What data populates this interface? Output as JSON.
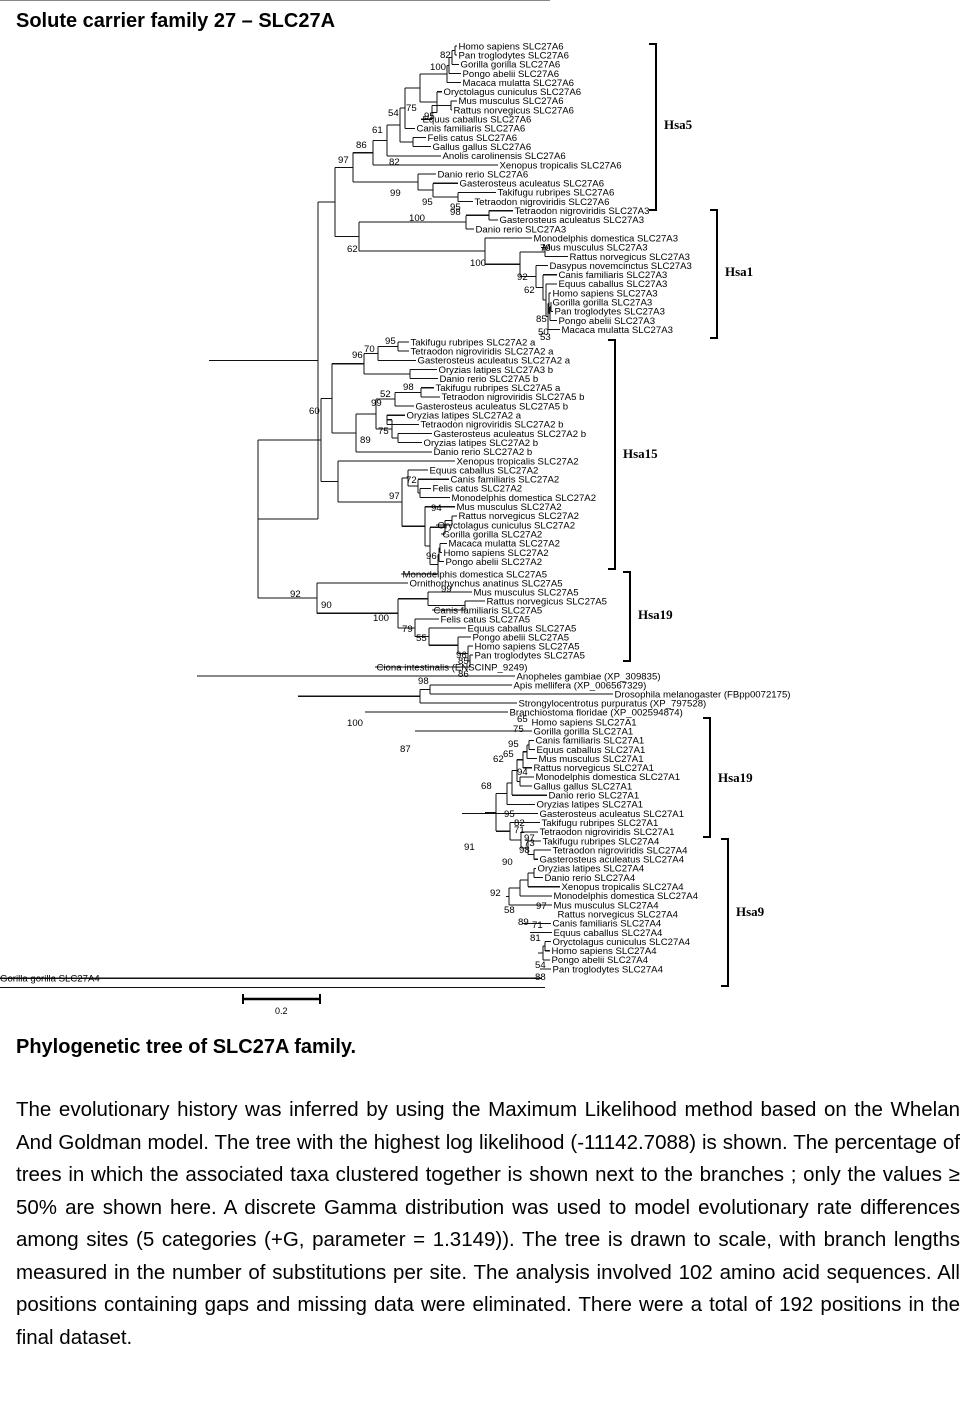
{
  "title": "Solute carrier family 27 – SLC27A",
  "figure_title": "Phylogenetic tree of SLC27A family.",
  "legend": "The evolutionary history was inferred by using the Maximum Likelihood method based on the Whelan And Goldman model. The tree with the highest log likelihood (-11142.7088) is shown. The percentage of trees in which the associated taxa clustered together is shown next to the branches ; only the values ≥ 50% are shown here. A discrete Gamma distribution was used to model evolutionary rate differences among sites (5 categories (+G, parameter = 1.3149)). The tree is drawn to scale, with branch lengths measured in the number of substitutions per site. The analysis involved 102 amino acid sequences. All positions containing gaps and missing data were eliminated. There were a total of 192 positions in the final dataset.",
  "scale_label": "0.2",
  "tree": {
    "leaves": [
      "Homo sapiens SLC27A6",
      "Pan troglodytes SLC27A6",
      "Gorilla gorilla SLC27A6",
      "Pongo abelii SLC27A6",
      "Macaca mulatta SLC27A6",
      "Oryctolagus cuniculus SLC27A6",
      "Mus musculus SLC27A6",
      "Rattus norvegicus SLC27A6",
      "Equus caballus SLC27A6",
      "Canis familiaris SLC27A6",
      "Felis catus SLC27A6",
      "Gallus gallus SLC27A6",
      "Anolis carolinensis SLC27A6",
      "Xenopus tropicalis SLC27A6",
      "Danio rerio SLC27A6",
      "Gasterosteus aculeatus SLC27A6",
      "Takifugu rubripes SLC27A6",
      "Tetraodon nigroviridis SLC27A6",
      "Tetraodon nigroviridis SLC27A3",
      "Gasterosteus aculeatus SLC27A3",
      "Danio rerio SLC27A3",
      "Monodelphis domestica SLC27A3",
      "Mus musculus SLC27A3",
      "Rattus norvegicus SLC27A3",
      "Dasypus novemcinctus SLC27A3",
      "Canis familiaris SLC27A3",
      "Equus caballus SLC27A3",
      "Homo sapiens SLC27A3",
      "Gorilla gorilla SLC27A3",
      "Pan troglodytes SLC27A3",
      "Pongo abelii SLC27A3",
      "Macaca mulatta SLC27A3",
      "Takifugu rubripes SLC27A2 a",
      "Tetraodon nigroviridis SLC27A2 a",
      "Gasterosteus aculeatus SLC27A2 a",
      "Oryzias latipes SLC27A3 b",
      "Danio rerio SLC27A5 b",
      "Takifugu rubripes SLC27A5 a",
      "Tetraodon nigroviridis SLC27A5 b",
      "Gasterosteus aculeatus SLC27A5 b",
      "Oryzias latipes SLC27A2 a",
      "Tetraodon nigroviridis SLC27A2 b",
      "Gasterosteus aculeatus SLC27A2 b",
      "Oryzias latipes SLC27A2 b",
      "Danio rerio SLC27A2 b",
      "Xenopus tropicalis SLC27A2",
      "Equus caballus SLC27A2",
      "Canis familiaris SLC27A2",
      "Felis catus SLC27A2",
      "Monodelphis domestica SLC27A2",
      "Mus musculus SLC27A2",
      "Rattus norvegicus SLC27A2",
      "Oryctolagus cuniculus SLC27A2",
      "Gorilla gorilla SLC27A2",
      "Macaca mulatta SLC27A2",
      "Homo sapiens SLC27A2",
      "Pongo abelii SLC27A2",
      "Monodelphis domestica SLC27A5",
      "Ornithorhynchus anatinus SLC27A5",
      "Mus musculus SLC27A5",
      "Rattus norvegicus SLC27A5",
      "Canis familiaris SLC27A5",
      "Felis catus SLC27A5",
      "Equus caballus SLC27A5",
      "Pongo abelii SLC27A5",
      "Homo sapiens SLC27A5",
      "Pan troglodytes SLC27A5",
      "Ciona intestinalis (ENSCINP_9249)",
      "Anopheles gambiae (XP_309835)",
      "Apis mellifera (XP_006567329)",
      "Drosophila melanogaster (FBpp0072175)",
      "Strongylocentrotus purpuratus (XP_797528)",
      "Branchiostoma floridae (XP_002594874)",
      "Homo sapiens SLC27A1",
      "Gorilla gorilla SLC27A1",
      "Canis familiaris SLC27A1",
      "Equus caballus SLC27A1",
      "Mus musculus SLC27A1",
      "Rattus norvegicus SLC27A1",
      "Monodelphis domestica SLC27A1",
      "Gallus gallus SLC27A1",
      "Danio rerio SLC27A1",
      "Oryzias latipes SLC27A1",
      "Gasterosteus aculeatus SLC27A1",
      "Takifugu rubripes SLC27A1",
      "Tetraodon nigroviridis SLC27A1",
      "Takifugu rubripes SLC27A4",
      "Tetraodon nigroviridis SLC27A4",
      "Gasterosteus aculeatus SLC27A4",
      "Oryzias latipes SLC27A4",
      "Danio rerio SLC27A4",
      "Xenopus tropicalis SLC27A4",
      "Monodelphis domestica SLC27A4",
      "Mus musculus SLC27A4",
      "Rattus norvegicus SLC27A4",
      "Canis familiaris SLC27A4",
      "Equus caballus SLC27A4",
      "Oryctolagus cuniculus SLC27A4",
      "Homo sapiens SLC27A4",
      "Pongo abelii SLC27A4",
      "Pan troglodytes SLC27A4",
      "Gorilla gorilla SLC27A4"
    ],
    "bootstrap_values": [
      "82",
      "100",
      "54",
      "75",
      "95",
      "61",
      "86",
      "97",
      "82",
      "99",
      "95",
      "95",
      "98",
      "100",
      "62",
      "79",
      "100",
      "92",
      "62",
      "85",
      "50",
      "53",
      "95",
      "70",
      "96",
      "52",
      "99",
      "98",
      "60",
      "75",
      "89",
      "72",
      "97",
      "94",
      "96",
      "99",
      "92",
      "90",
      "100",
      "79",
      "55",
      "96",
      "85",
      "86",
      "98",
      "100",
      "65",
      "75",
      "95",
      "87",
      "62",
      "65",
      "94",
      "68",
      "95",
      "82",
      "71",
      "97",
      "73",
      "98",
      "91",
      "90",
      "92",
      "58",
      "97",
      "89",
      "71",
      "81",
      "54",
      "88"
    ],
    "clades": [
      "Hsa5",
      "Hsa1",
      "Hsa15",
      "Hsa19",
      "Hsa19",
      "Hsa9"
    ]
  }
}
